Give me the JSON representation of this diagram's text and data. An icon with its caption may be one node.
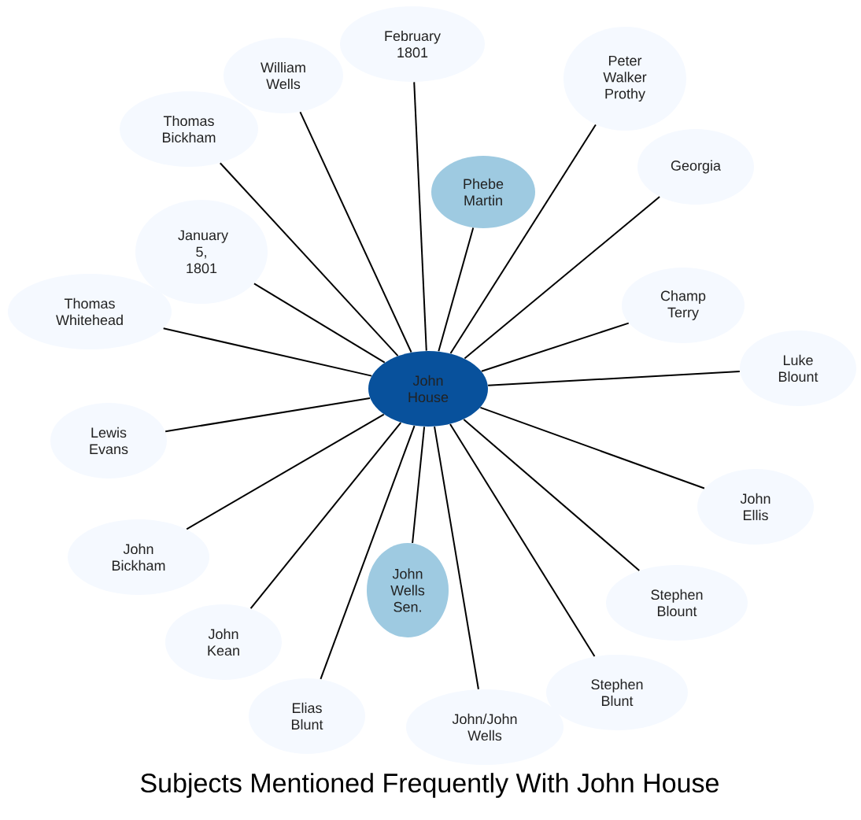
{
  "diagram": {
    "title": "Subjects Mentioned Frequently With John House",
    "nodes": [
      {
        "text": [
          "John House"
        ]
      },
      {
        "text": [
          "February 1801"
        ]
      },
      {
        "text": [
          "William Wells"
        ]
      },
      {
        "text": [
          "Peter Walker Prothy"
        ]
      },
      {
        "text": [
          "Thomas Bickham"
        ]
      },
      {
        "text": [
          "Georgia"
        ]
      },
      {
        "text": [
          "January 5, 1801"
        ]
      },
      {
        "text": [
          "Phebe Martin"
        ]
      },
      {
        "text": [
          "Thomas Whitehead"
        ]
      },
      {
        "text": [
          "Champ Terry"
        ]
      },
      {
        "text": [
          "Luke Blount"
        ]
      },
      {
        "text": [
          "Lewis Evans"
        ]
      },
      {
        "text": [
          "John Wells Sen."
        ]
      },
      {
        "text": [
          "John Ellis"
        ]
      },
      {
        "text": [
          "John Bickham"
        ]
      },
      {
        "text": [
          "Stephen Blount"
        ]
      },
      {
        "text": [
          "John Kean"
        ]
      },
      {
        "text": [
          "Stephen Blunt"
        ]
      },
      {
        "text": [
          "Elias Blunt"
        ]
      },
      {
        "text": [
          "John/John Wells"
        ]
      }
    ],
    "edges": [
      {
        "from": 0,
        "to": 1,
        "arrow": "none"
      },
      {
        "from": 0,
        "to": 2,
        "arrow": "none"
      },
      {
        "from": 0,
        "to": 3,
        "arrow": "none"
      },
      {
        "from": 0,
        "to": 4,
        "arrow": "none"
      },
      {
        "from": 0,
        "to": 5,
        "arrow": "none"
      },
      {
        "from": 0,
        "to": 6,
        "arrow": "none"
      },
      {
        "from": 0,
        "to": 7,
        "arrow": "none"
      },
      {
        "from": 0,
        "to": 8,
        "arrow": "none"
      },
      {
        "from": 0,
        "to": 9,
        "arrow": "none"
      },
      {
        "from": 0,
        "to": 10,
        "arrow": "none"
      },
      {
        "from": 0,
        "to": 11,
        "arrow": "none"
      },
      {
        "from": 0,
        "to": 12,
        "arrow": "none"
      },
      {
        "from": 0,
        "to": 13,
        "arrow": "none"
      },
      {
        "from": 0,
        "to": 14,
        "arrow": "none"
      },
      {
        "from": 0,
        "to": 15,
        "arrow": "none"
      },
      {
        "from": 0,
        "to": 16,
        "arrow": "none"
      },
      {
        "from": 0,
        "to": 17,
        "arrow": "none"
      },
      {
        "from": 0,
        "to": 18,
        "arrow": "none"
      },
      {
        "from": 0,
        "to": 19,
        "arrow": "none"
      }
    ]
  }
}
